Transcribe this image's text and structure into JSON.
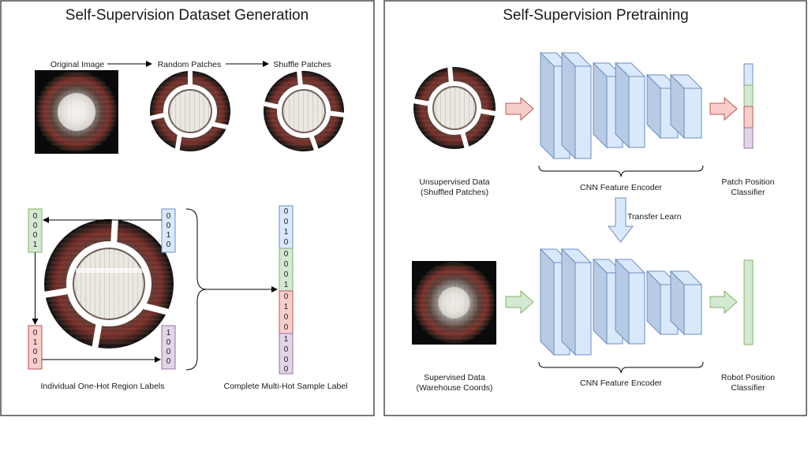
{
  "colors": {
    "blue_fill": "#dae8fc",
    "blue_stroke": "#6c8ebf",
    "green_fill": "#d5e8d4",
    "green_stroke": "#82b366",
    "red_fill": "#f8cecc",
    "red_stroke": "#b85450",
    "purple_fill": "#e1d5e7",
    "purple_stroke": "#9673a6",
    "panel_border": "#222222"
  },
  "left_panel": {
    "title": "Self-Supervision Dataset Generation",
    "original_label": "Original Image",
    "random_label": "Random Patches",
    "shuffle_label": "Shuffle Patches",
    "individual_label": "Individual One-Hot Region Labels",
    "complete_label": "Complete Multi-Hot Sample Label",
    "vectors": {
      "green": [
        "0",
        "0",
        "0",
        "1"
      ],
      "blue": [
        "0",
        "0",
        "1",
        "0"
      ],
      "red": [
        "0",
        "1",
        "0",
        "0"
      ],
      "purple": [
        "1",
        "0",
        "0",
        "0"
      ]
    },
    "multi_hot": [
      "0",
      "0",
      "1",
      "0",
      "0",
      "0",
      "0",
      "1",
      "0",
      "1",
      "0",
      "0",
      "1",
      "0",
      "0",
      "0"
    ]
  },
  "right_panel": {
    "title": "Self-Supervision Pretraining",
    "unsupervised_line1": "Unsupervised Data",
    "unsupervised_line2": "(Shuffled Patches)",
    "encoder_label_top": "CNN Feature Encoder",
    "patch_classifier_line1": "Patch Position",
    "patch_classifier_line2": "Classifier",
    "transfer_label": "Transfer Learn",
    "supervised_line1": "Supervised Data",
    "supervised_line2": "(Warehouse Coords)",
    "encoder_label_bottom": "CNN Feature Encoder",
    "robot_classifier_line1": "Robot Position",
    "robot_classifier_line2": "Classifier"
  }
}
